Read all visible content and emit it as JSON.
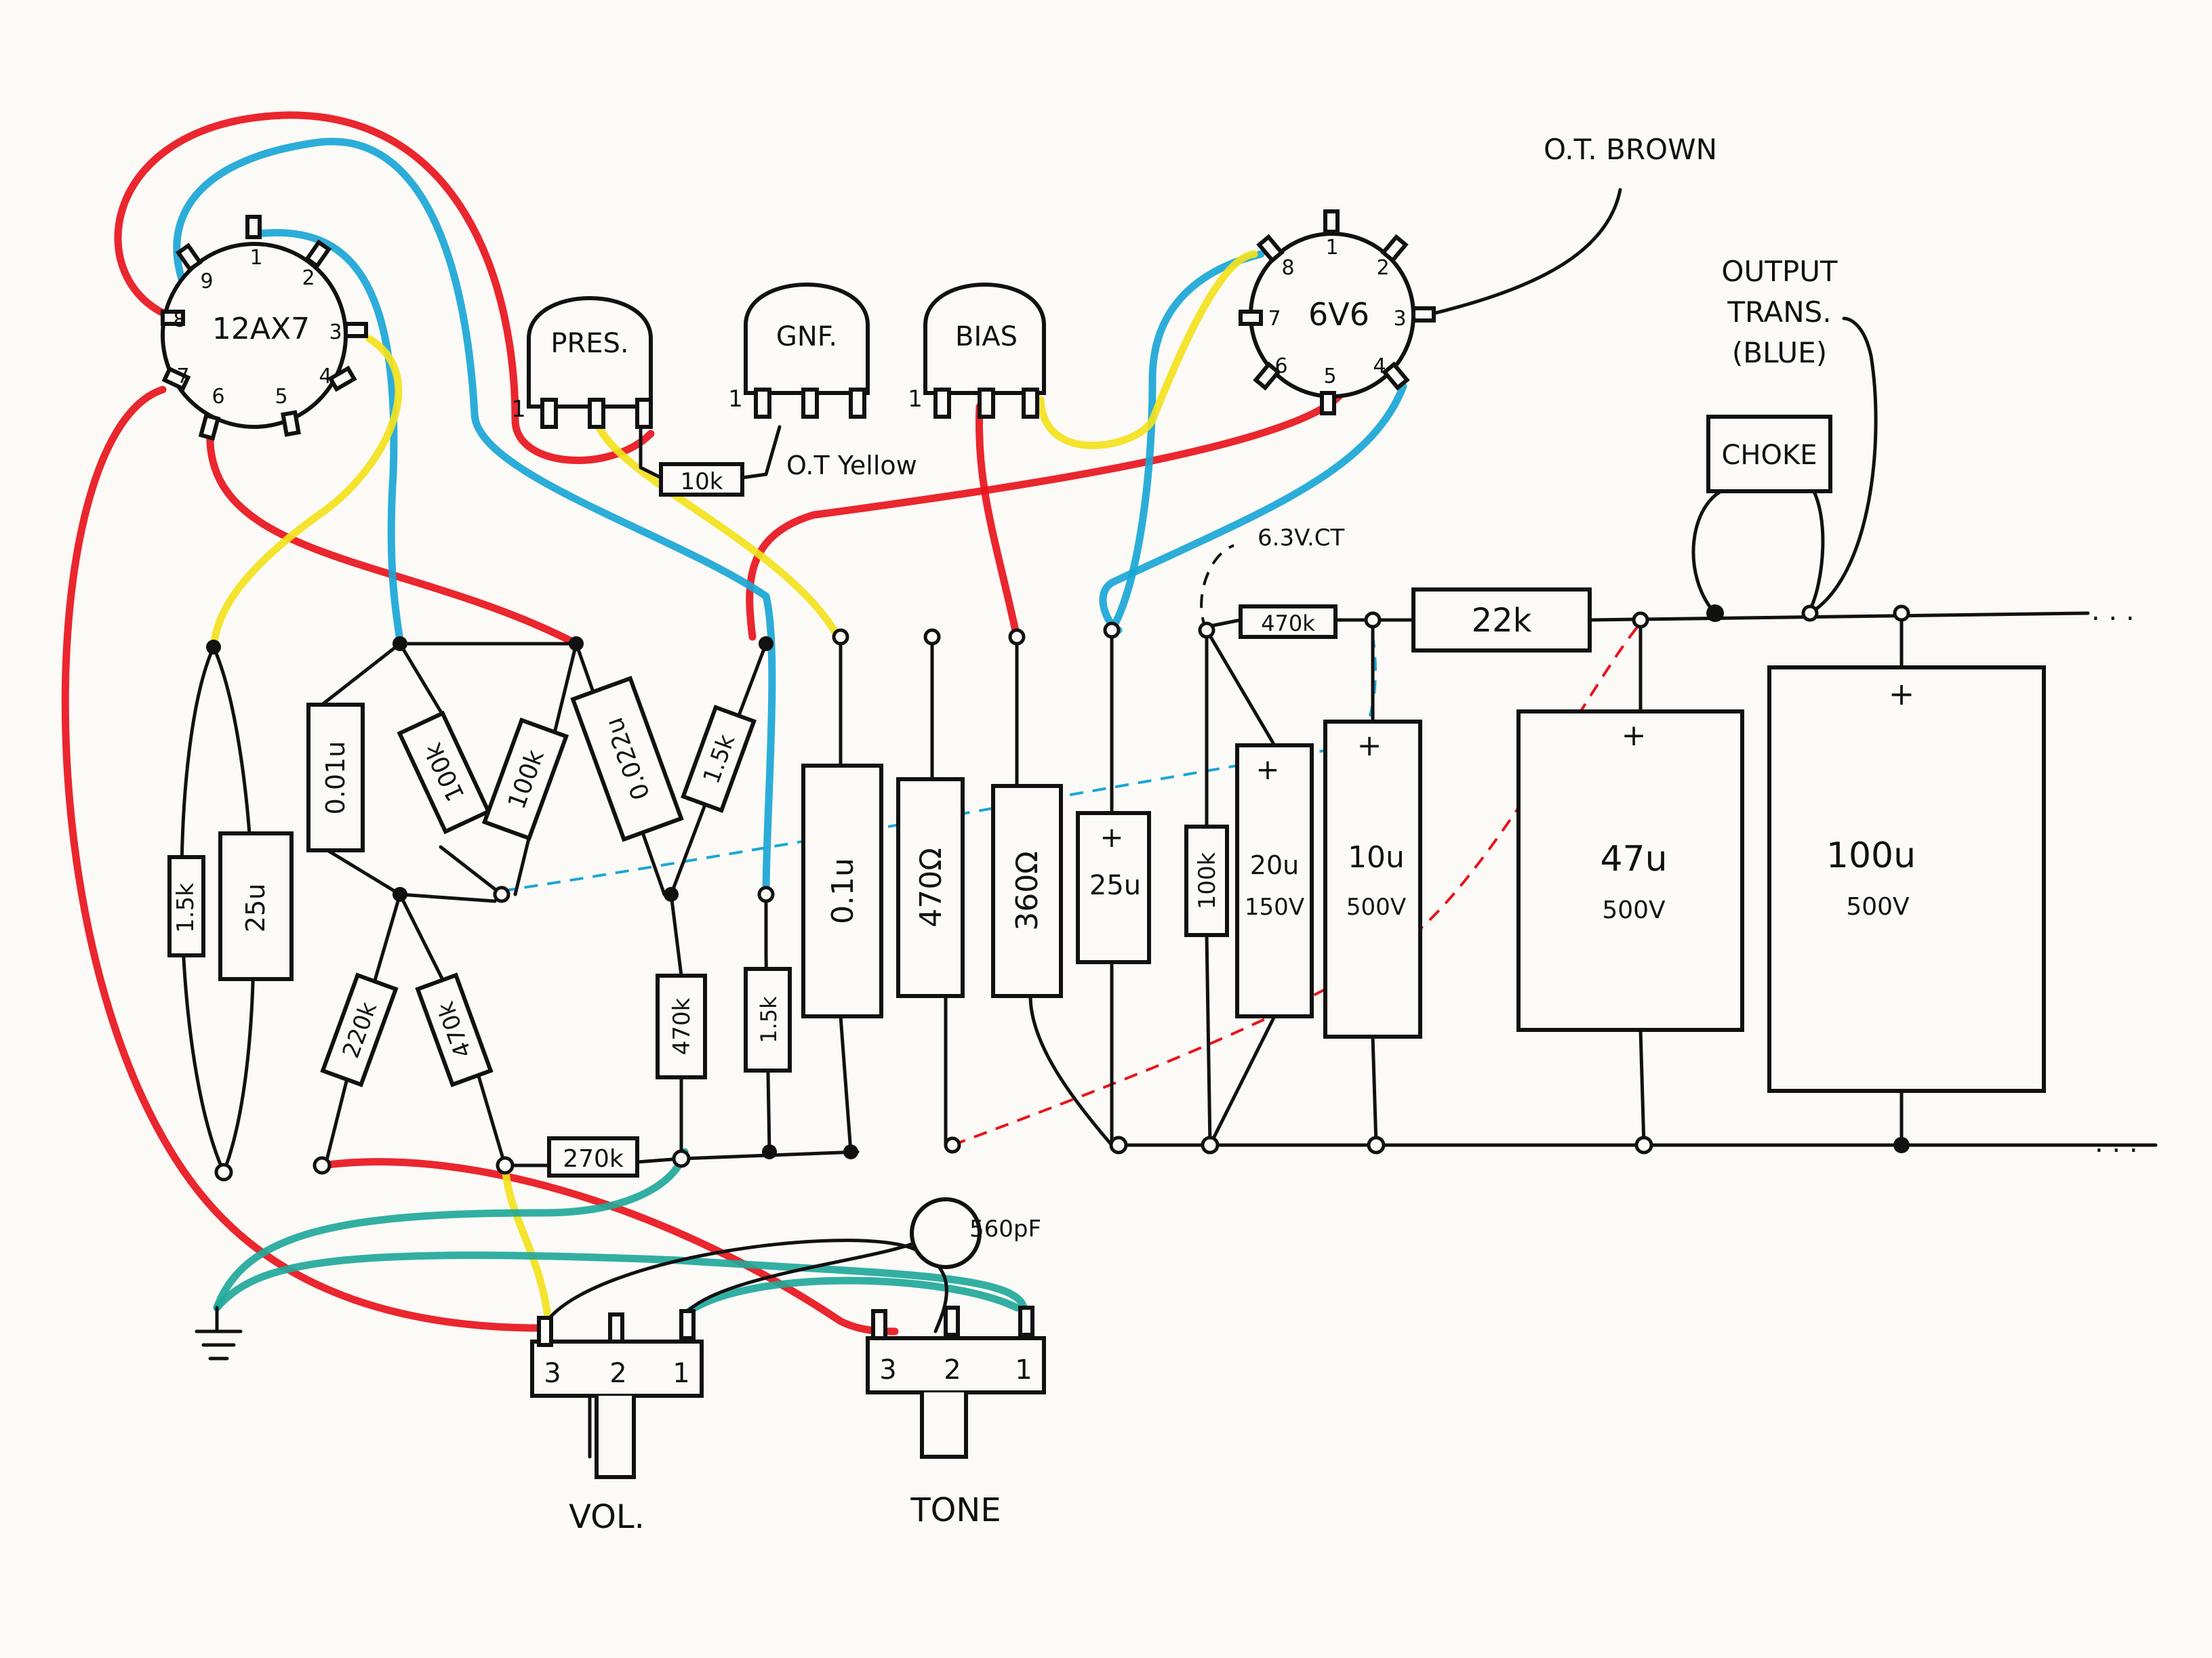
{
  "tubes": {
    "preamp": {
      "label": "12AX7",
      "pins": [
        "1",
        "2",
        "3",
        "4",
        "5",
        "6",
        "7",
        "8",
        "9"
      ]
    },
    "power": {
      "label": "6V6",
      "pins": [
        "1",
        "2",
        "3",
        "4",
        "5",
        "6",
        "7",
        "8"
      ]
    }
  },
  "pots": {
    "presence": {
      "label": "PRES.",
      "pin": "1"
    },
    "gnf": {
      "label": "GNF.",
      "pin": "1"
    },
    "bias": {
      "label": "BIAS",
      "pin": "1"
    },
    "volume": {
      "label": "VOL.",
      "pins": [
        "3",
        "2",
        "1"
      ]
    },
    "tone": {
      "label": "TONE",
      "pins": [
        "3",
        "2",
        "1"
      ]
    }
  },
  "labels": {
    "ot_brown": "O.T. BROWN",
    "ot_yellow": "O.T Yellow",
    "output_trans": [
      "OUTPUT",
      "TRANS.",
      "(BLUE)"
    ],
    "choke": "CHOKE",
    "heater": "6.3V.CT",
    "cap_560": "560pF",
    "ellipsis_top": ". . .",
    "ellipsis_bottom": ". . ."
  },
  "resistors": {
    "r10k": "10k",
    "r1k5_left": "1.5k",
    "r100k_a": "100k",
    "r100k_b": "100k",
    "r1k5_b": "1.5k",
    "r220k": "220k",
    "r470k_a": "470k",
    "r470k_b": "470k",
    "r1k5_c": "1.5k",
    "r270k": "270k",
    "r470ohm": "470Ω",
    "r360ohm": "360Ω",
    "r100k_c": "100k",
    "r470k_h": "470k",
    "r22k": "22k"
  },
  "capacitors": {
    "c25u_left": "25u",
    "c001u": "0.01u",
    "c0022u": "0.022u",
    "c01u": "0.1u",
    "c25u_mid": {
      "plus": "+",
      "value": "25u"
    },
    "c20u": {
      "plus": "+",
      "value": "20u",
      "voltage": "150V"
    },
    "c10u": {
      "plus": "+",
      "value": "10u",
      "voltage": "500V"
    },
    "c47u": {
      "plus": "+",
      "value": "47u",
      "voltage": "500V"
    },
    "c100u": {
      "plus": "+",
      "value": "100u",
      "voltage": "500V"
    }
  },
  "ground_symbol": "ground-icon",
  "wire_colors": {
    "red": "#e8141c",
    "blue": "#1aa6d6",
    "yellow": "#f3e21c",
    "teal": "#21a89a",
    "black": "#111111"
  }
}
